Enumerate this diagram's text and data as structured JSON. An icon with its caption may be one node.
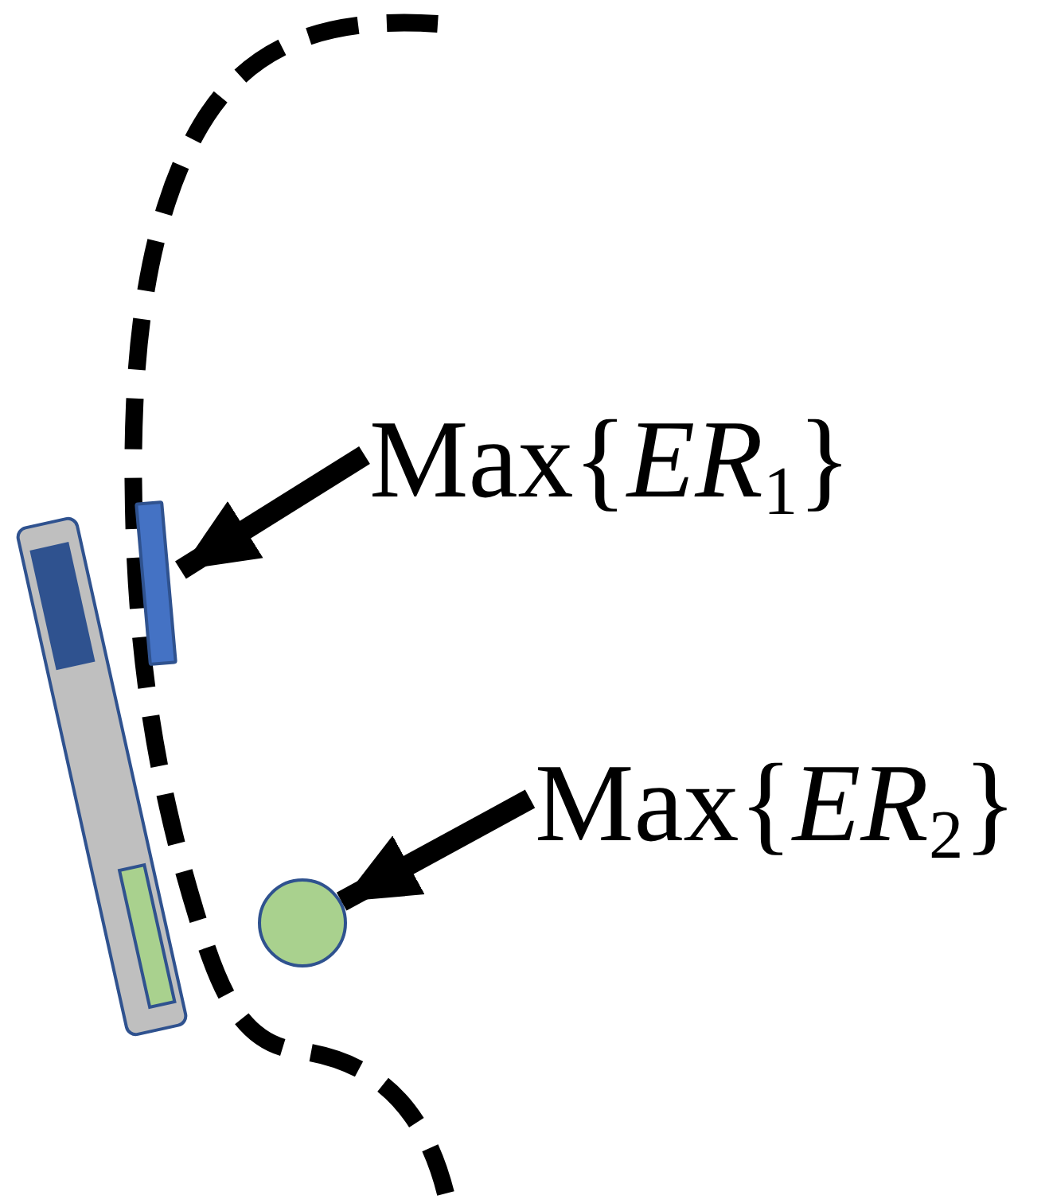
{
  "diagram": {
    "nodes": [
      {
        "text": [
          "Max{*ER*$_{1}$}"
        ]
      },
      {
        "text": [],
        "shape": "bar"
      },
      {
        "text": [
          "Max{*ER*$_{2}$}"
        ]
      },
      {
        "text": [],
        "shape": "circle"
      }
    ],
    "edges": [
      {
        "from": 0,
        "to": 1,
        "arrow": "to"
      },
      {
        "from": 2,
        "to": 3,
        "arrow": "to"
      }
    ]
  }
}
